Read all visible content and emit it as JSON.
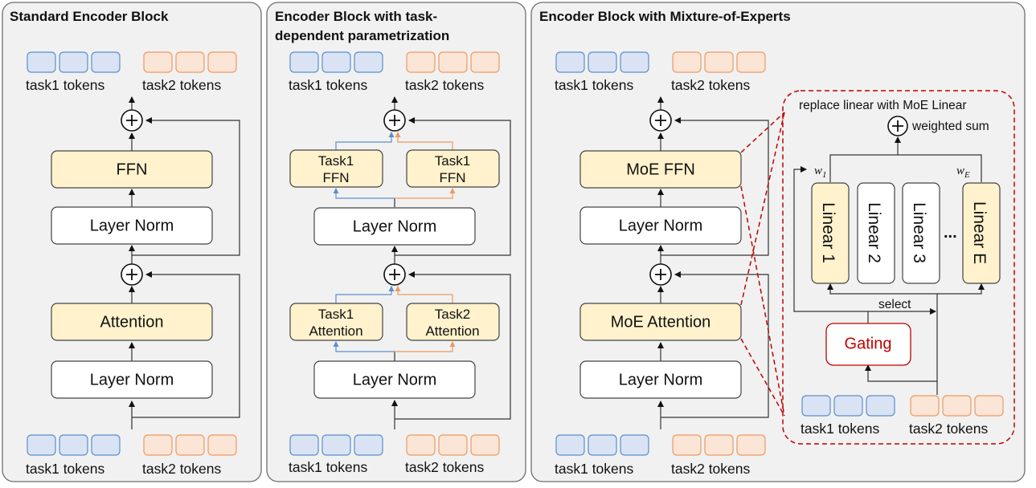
{
  "panels": [
    {
      "title": "Standard Encoder Block",
      "tokens_top": [
        "task1 tokens",
        "task2 tokens"
      ],
      "tokens_bottom": [
        "task1 tokens",
        "task2 tokens"
      ],
      "blocks": [
        "FFN",
        "Layer Norm",
        "Attention",
        "Layer Norm"
      ]
    },
    {
      "title_line1": "Encoder Block with task-",
      "title_line2": "dependent parametrization",
      "tokens_top": [
        "task1 tokens",
        "task2 tokens"
      ],
      "tokens_bottom": [
        "task1 tokens",
        "task2 tokens"
      ],
      "ffn_left": [
        "Task1",
        "FFN"
      ],
      "ffn_right": [
        "Task1",
        "FFN"
      ],
      "attn_left": [
        "Task1",
        "Attention"
      ],
      "attn_right": [
        "Task2",
        "Attention"
      ],
      "layer_norm_top": "Layer Norm",
      "layer_norm_bottom": "Layer Norm"
    },
    {
      "title": "Encoder Block with Mixture-of-Experts",
      "tokens_top": [
        "task1 tokens",
        "task2 tokens"
      ],
      "tokens_bottom": [
        "task1 tokens",
        "task2 tokens"
      ],
      "blocks": [
        "MoE FFN",
        "Layer Norm",
        "MoE Attention",
        "Layer Norm"
      ]
    }
  ],
  "moe_detail": {
    "caption": "replace linear with MoE Linear",
    "weighted_sum": "weighted sum",
    "w_first": "w",
    "w_first_sub": "1",
    "w_last": "w",
    "w_last_sub": "E",
    "experts": [
      "Linear 1",
      "Linear 2",
      "Linear 3",
      "Linear E"
    ],
    "ellipsis": "...",
    "select": "select",
    "gating": "Gating",
    "tokens": [
      "task1 tokens",
      "task2 tokens"
    ]
  },
  "colors": {
    "task1_token": "#dae3f3",
    "task2_token": "#fbe5d6",
    "highlight_block": "#fff2cc",
    "moe_dashed": "#c00000"
  }
}
